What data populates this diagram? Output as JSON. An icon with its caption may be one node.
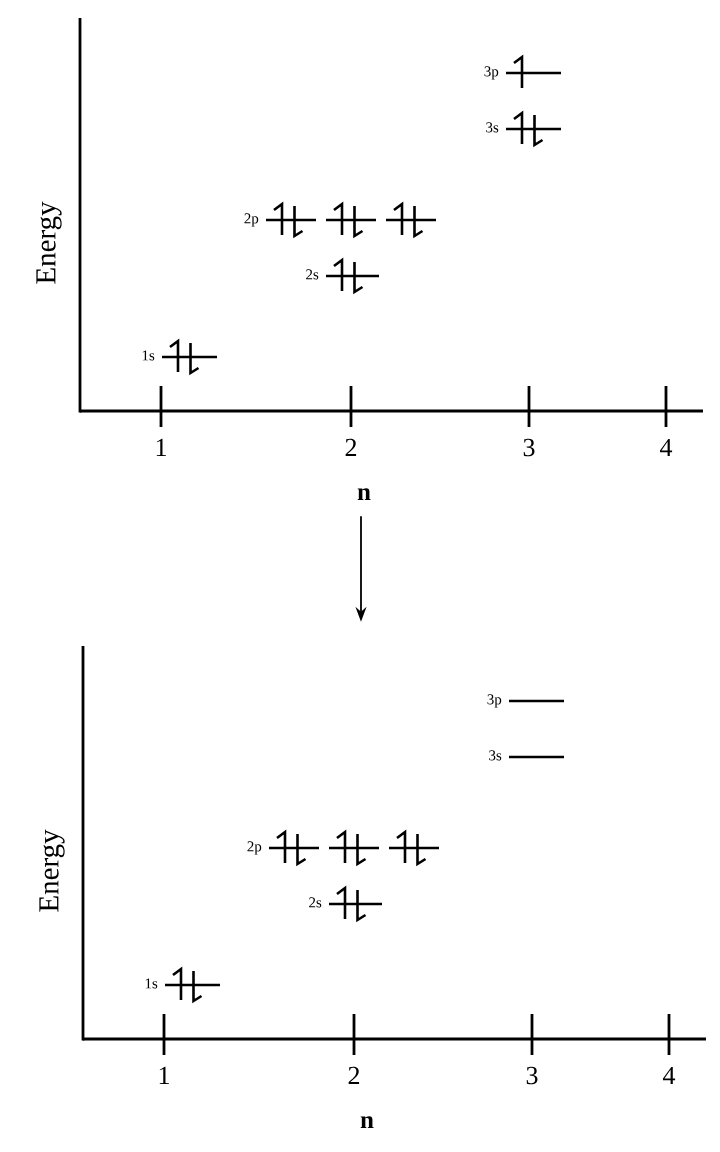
{
  "diagram": {
    "nodes": [
      {
        "text": [
          "Energy",
          "1",
          "2",
          "3",
          "4",
          "n"
        ]
      },
      {
        "text": [
          "3p"
        ],
        "in": 0
      },
      {
        "text": [],
        "shape": "harpoon",
        "in": 1
      },
      {
        "text": [
          "3s"
        ],
        "in": 0
      },
      {
        "text": [],
        "shape": "harpoon",
        "in": 3
      },
      {
        "text": [],
        "shape": "harpoon",
        "in": 3
      },
      {
        "text": [
          "2p"
        ],
        "in": 0
      },
      {
        "text": [],
        "shape": "harpoon",
        "in": 6
      },
      {
        "text": [],
        "shape": "harpoon",
        "in": 6
      },
      {
        "text": [],
        "shape": "line",
        "in": 0
      },
      {
        "text": [],
        "shape": "harpoon",
        "in": 9
      },
      {
        "text": [],
        "shape": "harpoon",
        "in": 9
      },
      {
        "text": [],
        "shape": "line",
        "in": 0
      },
      {
        "text": [],
        "shape": "harpoon",
        "in": 12
      },
      {
        "text": [],
        "shape": "harpoon",
        "in": 12
      },
      {
        "text": [
          "2s"
        ],
        "in": 0
      },
      {
        "text": [],
        "shape": "harpoon",
        "in": 15
      },
      {
        "text": [],
        "shape": "harpoon",
        "in": 15
      },
      {
        "text": [
          "1s"
        ],
        "in": 0
      },
      {
        "text": [],
        "shape": "harpoon",
        "in": 18
      },
      {
        "text": [],
        "shape": "harpoon",
        "in": 18
      },
      {
        "text": [
          "Energy",
          "1",
          "2",
          "3",
          "4",
          "n"
        ]
      },
      {
        "text": [
          "3p"
        ],
        "in": 21
      },
      {
        "text": [
          "3s"
        ],
        "in": 21
      },
      {
        "text": [
          "2p"
        ],
        "in": 21
      },
      {
        "text": [],
        "shape": "harpoon",
        "in": 24
      },
      {
        "text": [],
        "shape": "harpoon",
        "in": 24
      },
      {
        "text": [],
        "shape": "line",
        "in": 21
      },
      {
        "text": [],
        "shape": "harpoon",
        "in": 27
      },
      {
        "text": [],
        "shape": "harpoon",
        "in": 27
      },
      {
        "text": [],
        "shape": "line",
        "in": 21
      },
      {
        "text": [],
        "shape": "harpoon",
        "in": 30
      },
      {
        "text": [],
        "shape": "harpoon",
        "in": 30
      },
      {
        "text": [
          "2s"
        ],
        "in": 21
      },
      {
        "text": [],
        "shape": "harpoon",
        "in": 33
      },
      {
        "text": [],
        "shape": "harpoon",
        "in": 33
      },
      {
        "text": [
          "1s"
        ],
        "in": 21
      },
      {
        "text": [],
        "shape": "harpoon",
        "in": 36
      },
      {
        "text": [],
        "shape": "harpoon",
        "in": 36
      }
    ],
    "edges": [
      {
        "from": 0,
        "to": 21,
        "arrow": "to"
      }
    ]
  }
}
